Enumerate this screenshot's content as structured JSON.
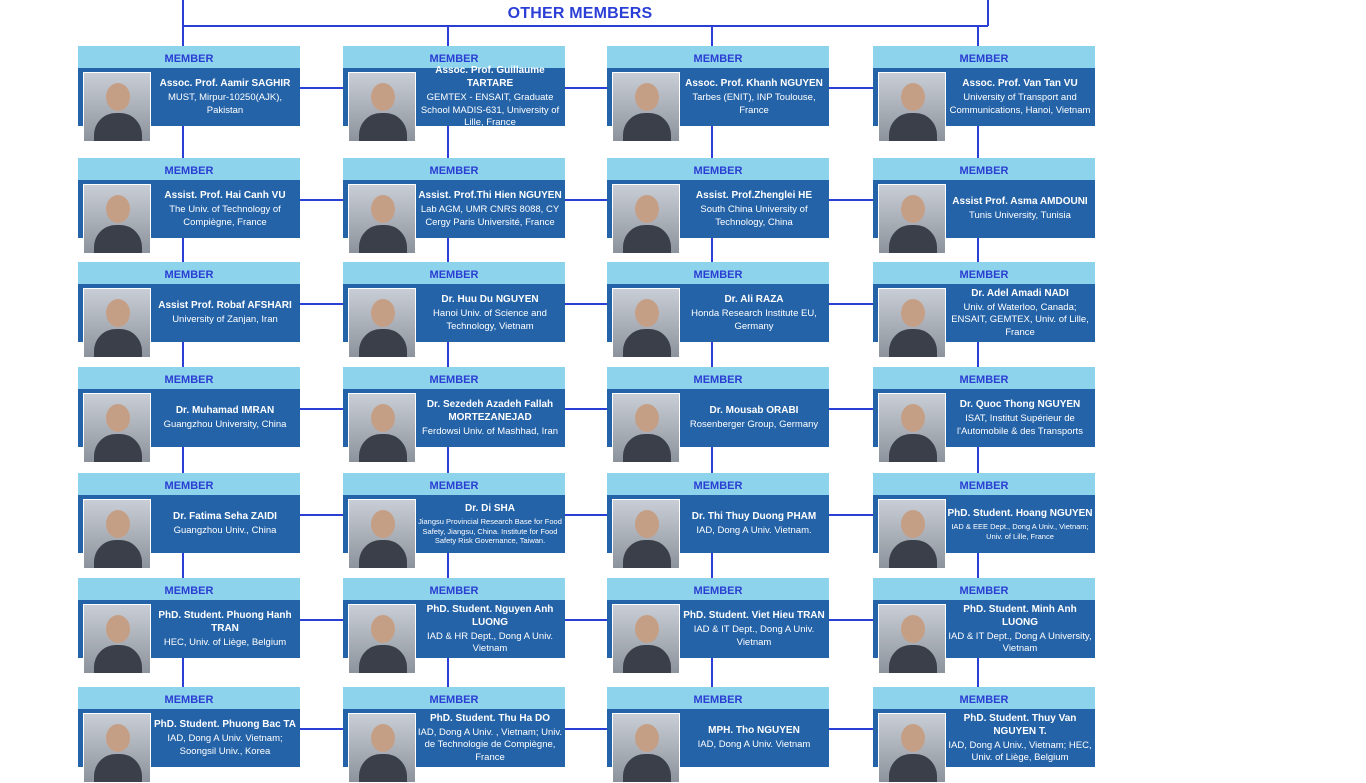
{
  "title": "OTHER MEMBERS",
  "colors": {
    "header_bg": "#8ed3ec",
    "header_text": "#2a3ed2",
    "body_bg": "#2463a8",
    "line": "#2a3fd6"
  },
  "members": [
    {
      "label": "MEMBER",
      "name": "Assoc. Prof. Aamir SAGHIR",
      "affiliation": "MUST, Mirpur-10250(AJK), Pakistan"
    },
    {
      "label": "MEMBER",
      "name": "Assoc. Prof. Guillaume TARTARE",
      "affiliation": "GEMTEX - ENSAIT, Graduate School MADIS-631, University of Lille, France"
    },
    {
      "label": "MEMBER",
      "name": "Assoc. Prof. Khanh NGUYEN",
      "affiliation": "Tarbes (ENIT), INP Toulouse, France"
    },
    {
      "label": "MEMBER",
      "name": "Assoc. Prof. Van Tan VU",
      "affiliation": "University of Transport and Communications, Hanoi, Vietnam"
    },
    {
      "label": "MEMBER",
      "name": "Assist. Prof. Hai Canh VU",
      "affiliation": "The Univ. of Technology of Compiègne, France"
    },
    {
      "label": "MEMBER",
      "name": "Assist. Prof.Thi Hien NGUYEN",
      "affiliation": "Lab AGM, UMR CNRS 8088, CY Cergy Paris Université, France"
    },
    {
      "label": "MEMBER",
      "name": "Assist. Prof.Zhenglei HE",
      "affiliation": "South China University of Technology, China"
    },
    {
      "label": "MEMBER",
      "name": "Assist Prof. Asma AMDOUNI",
      "affiliation": "Tunis University, Tunisia"
    },
    {
      "label": "MEMBER",
      "name": "Assist Prof. Robaf AFSHARI",
      "affiliation": "University of Zanjan, Iran"
    },
    {
      "label": "MEMBER",
      "name": "Dr. Huu Du NGUYEN",
      "affiliation": "Hanoi Univ. of Science and Technology, Vietnam"
    },
    {
      "label": "MEMBER",
      "name": "Dr. Ali RAZA",
      "affiliation": "Honda Research Institute EU, Germany"
    },
    {
      "label": "MEMBER",
      "name": "Dr. Adel Amadi NADI",
      "affiliation": "Univ. of Waterloo, Canada; ENSAIT, GEMTEX, Univ. of Lille, France"
    },
    {
      "label": "MEMBER",
      "name": "Dr. Muhamad IMRAN",
      "affiliation": "Guangzhou University, China"
    },
    {
      "label": "MEMBER",
      "name": "Dr. Sezedeh Azadeh Fallah MORTEZANEJAD",
      "affiliation": "Ferdowsi Univ. of Mashhad, Iran"
    },
    {
      "label": "MEMBER",
      "name": "Dr. Mousab ORABI",
      "affiliation": "Rosenberger Group, Germany"
    },
    {
      "label": "MEMBER",
      "name": "Dr. Quoc Thong NGUYEN",
      "affiliation": "ISAT, Institut Supérieur de l'Automobile & des Transports"
    },
    {
      "label": "MEMBER",
      "name": "Dr. Fatima Seha ZAIDI",
      "affiliation": "Guangzhou Univ., China"
    },
    {
      "label": "MEMBER",
      "name": "Dr. Di SHA",
      "affiliation": "Jiangsu Provincial Research Base for Food Safety, Jiangsu, China. Institute for Food Safety Risk Governance, Taiwan.",
      "small": true
    },
    {
      "label": "MEMBER",
      "name": "Dr. Thi Thuy Duong PHAM",
      "affiliation": "IAD, Dong A Univ. Vietnam."
    },
    {
      "label": "MEMBER",
      "name": "PhD. Student. Hoang NGUYEN",
      "affiliation": "IAD & EEE Dept., Dong A Univ., Vietnam; Univ. of Lille, France",
      "small": true
    },
    {
      "label": "MEMBER",
      "name": "PhD. Student. Phuong Hanh TRAN",
      "affiliation": "HEC, Univ. of Liège, Belgium"
    },
    {
      "label": "MEMBER",
      "name": "PhD. Student. Nguyen Anh LUONG",
      "affiliation": "IAD & HR Dept., Dong A Univ. Vietnam"
    },
    {
      "label": "MEMBER",
      "name": "PhD. Student. Viet Hieu TRAN",
      "affiliation": "IAD & IT Dept., Dong A Univ. Vietnam"
    },
    {
      "label": "MEMBER",
      "name": "PhD. Student. Minh Anh LUONG",
      "affiliation": "IAD & IT Dept., Dong A University, Vietnam"
    },
    {
      "label": "MEMBER",
      "name": "PhD. Student. Phuong Bac TA",
      "affiliation": "IAD, Dong A Univ. Vietnam; Soongsil Univ., Korea"
    },
    {
      "label": "MEMBER",
      "name": "PhD. Student. Thu Ha DO",
      "affiliation": "IAD, Dong A Univ. , Vietnam; Univ. de Technologie de Compiègne, France"
    },
    {
      "label": "MEMBER",
      "name": "MPH. Tho NGUYEN",
      "affiliation": "IAD, Dong A Univ. Vietnam"
    },
    {
      "label": "MEMBER",
      "name": "PhD. Student. Thuy Van NGUYEN T.",
      "affiliation": "IAD, Dong A Univ., Vietnam; HEC, Univ. of Liège, Belgium"
    }
  ]
}
